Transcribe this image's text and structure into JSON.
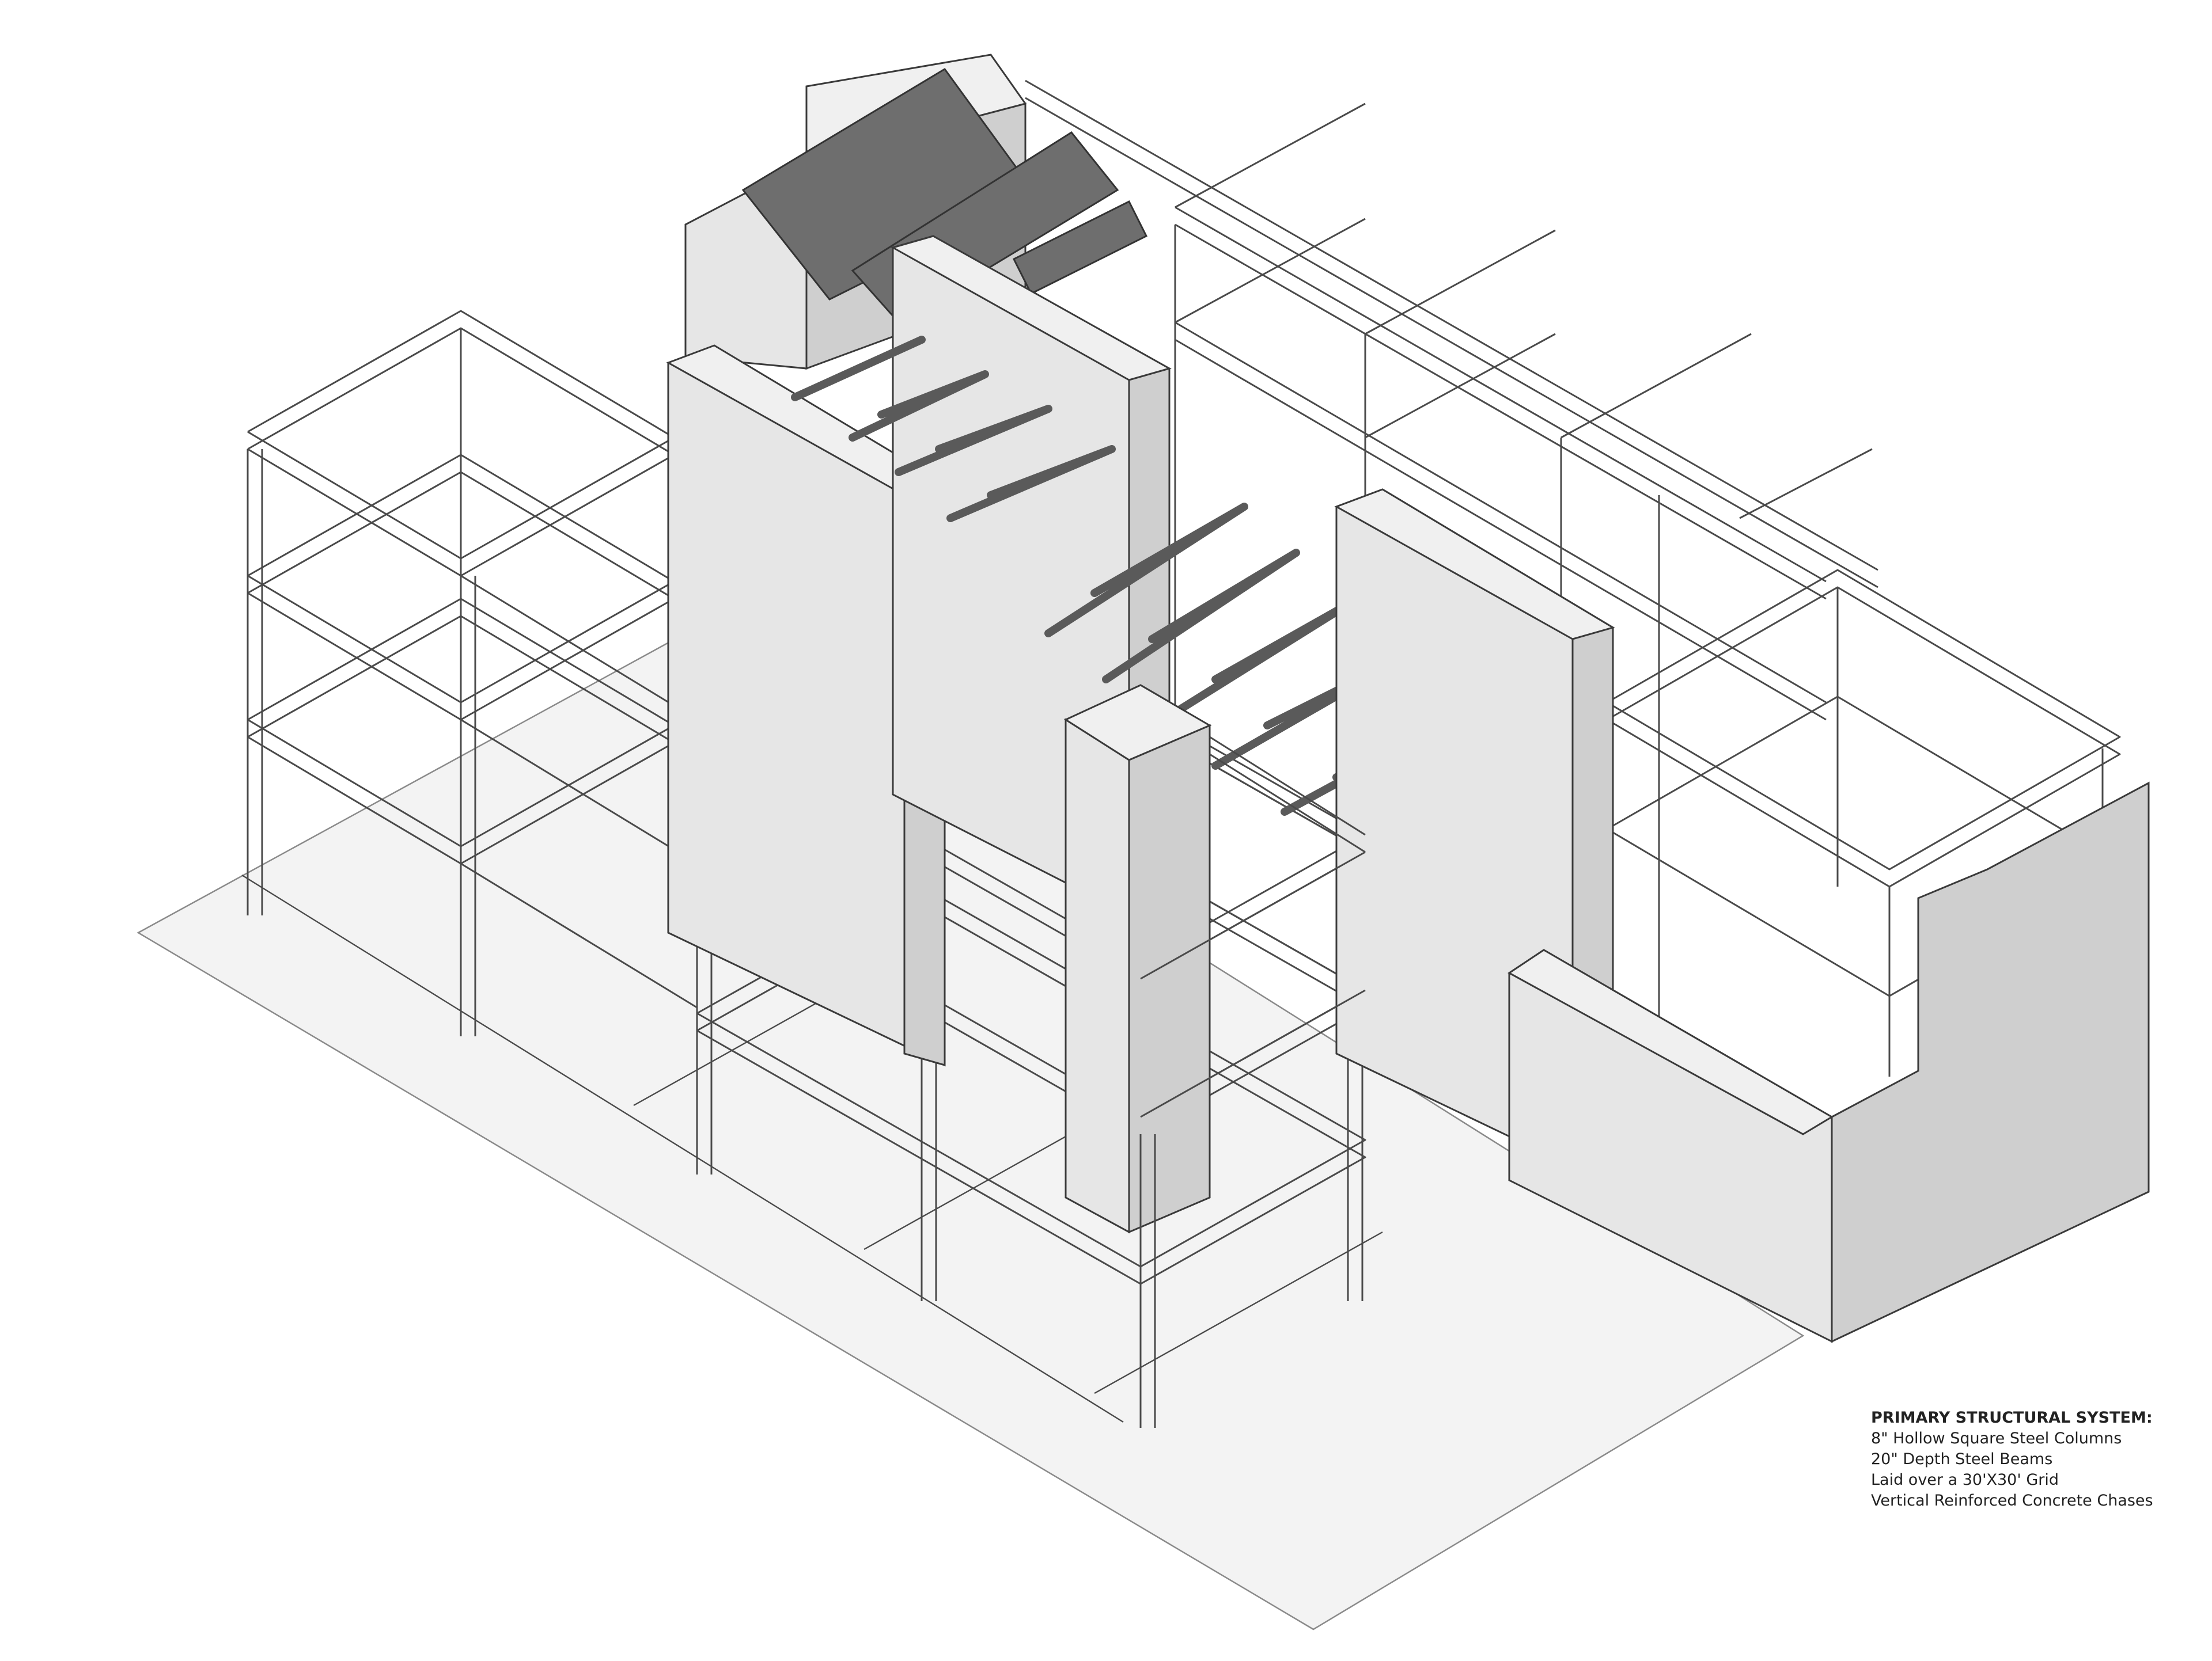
{
  "legend": {
    "title": "PRIMARY STRUCTURAL SYSTEM:",
    "lines": [
      "8\" Hollow Square Steel Columns",
      "20\" Depth Steel Beams",
      "Laid over a 30'X30' Grid",
      "Vertical Reinforced Concrete Chases"
    ]
  },
  "colors": {
    "concrete_face": "#e6e6e6",
    "concrete_side": "#cfcfcf",
    "steel_beam": "#5a5a5a",
    "line_work": "#4a4a4a",
    "ground": "#f3f3f3"
  }
}
